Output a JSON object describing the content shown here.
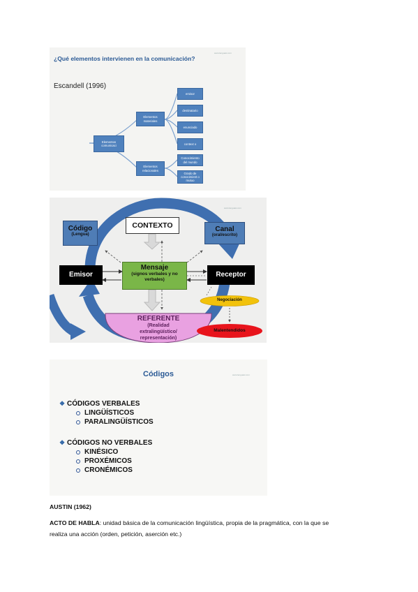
{
  "slide1": {
    "title": "¿Qué elementos intervienen en la comunicación?",
    "watermark": "www.lenguasi.com",
    "author": "Escandell (1996)",
    "root": "Elementos comunicaci",
    "material": "Elementos materiales",
    "relacional": "Elementos relacionales",
    "leaves_material": [
      "emisor",
      "destinatario",
      "enunciado",
      "context o"
    ],
    "leaves_relacional": [
      "Conocimiento del mundo",
      "Grado de conocimient o mutuo"
    ]
  },
  "slide2": {
    "watermark": "www.lenguasi.com",
    "codigo": "Código",
    "codigo_sub": "(Lengua)",
    "contexto": "CONTEXTO",
    "canal": "Canal",
    "canal_sub": "(oral/escrito)",
    "emisor": "Emisor",
    "mensaje": "Mensaje",
    "mensaje_sub": "(signos verbales y no verbales)",
    "receptor": "Receptor",
    "negociacion": "Negociación",
    "malentendidos": "Malentendidos",
    "referente": "REFERENTE",
    "referente_sub1": "(Realidad",
    "referente_sub2": "extralingüístico/",
    "referente_sub3": "representación)"
  },
  "slide3": {
    "title": "Códigos",
    "watermark": "www.lenguasi.com",
    "verbales": "CÓDIGOS VERBALES",
    "verbales_items": [
      "LINGÜÍSTICOS",
      "PARALINGÜÍSTICOS"
    ],
    "no_verbales": "CÓDIGOS NO VERBALES",
    "no_verbales_items": [
      "KINÉSICO",
      "PROXÉMICOS",
      "CRONÉMICOS"
    ]
  },
  "text": {
    "austin": "AUSTIN (1962)",
    "acto_label": "ACTO DE HABLA",
    "acto_rest": ": unidad básica de la comunicación lingüística, propia de la pragmática, con la que se",
    "acto_line2": "realiza una acción (orden, petición, aserción etc.)"
  },
  "colors": {
    "slide_blue": "#4f81bd",
    "title_blue": "#2b5a95",
    "mensaje_green": "#7ab648",
    "referente_pink": "#e8a0e0",
    "negociacion_yellow": "#f2c20c",
    "malentendidos_red": "#e8141c"
  }
}
